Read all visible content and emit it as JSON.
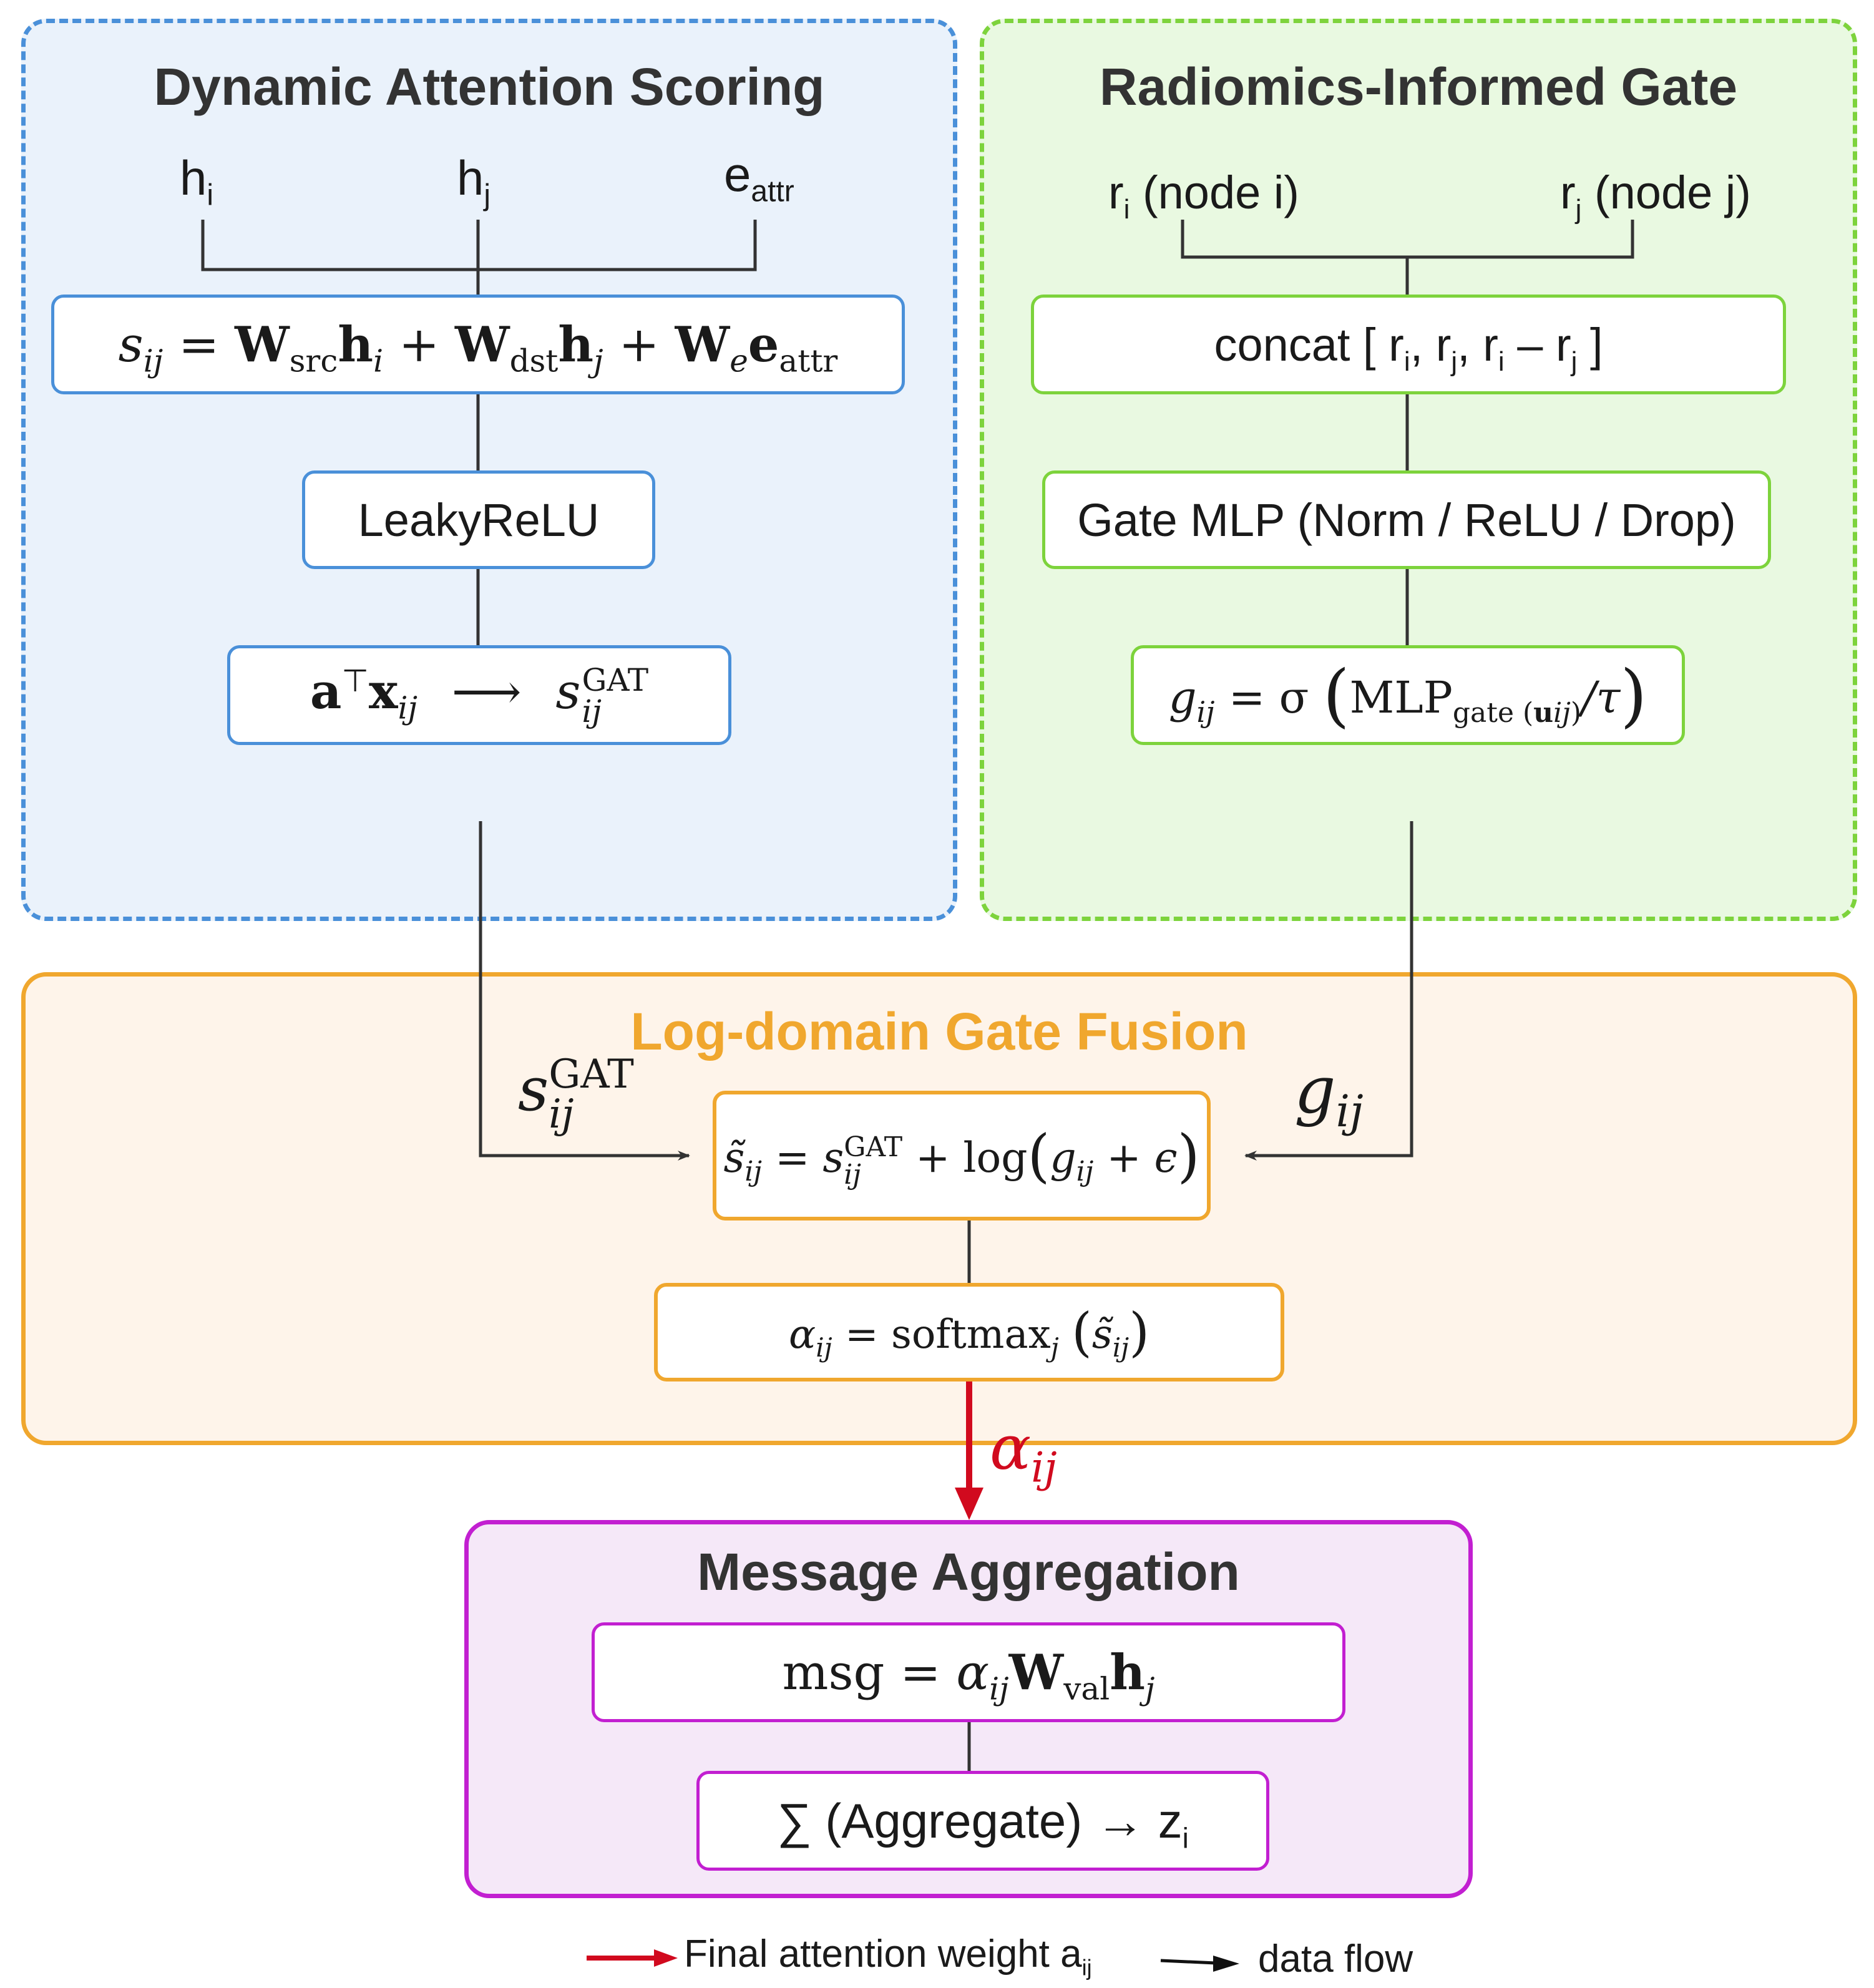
{
  "colors": {
    "blue": "#4a90d9",
    "blue_fill": "#eaf2fb",
    "green": "#7dd33c",
    "green_fill": "#e9f9e1",
    "orange": "#f0a72e",
    "orange_fill": "#fef4ea",
    "purple": "#c21fd1",
    "purple_fill": "#f5e8f8",
    "red": "#d10a1e",
    "line": "#333333"
  },
  "dynamic": {
    "title": "Dynamic Attention Scoring",
    "inputs": {
      "hi": {
        "base": "h",
        "sub": "i"
      },
      "hj": {
        "base": "h",
        "sub": "j"
      },
      "eattr": {
        "base": "e",
        "sub": "attr"
      }
    },
    "eq": {
      "s": "s",
      "s_sub": "ij",
      "eq": "=",
      "w1": "W",
      "w1_sub": "src",
      "h1": "h",
      "h1_sub": "i",
      "plus1": "+",
      "w2": "W",
      "w2_sub": "dst",
      "h2": "h",
      "h2_sub": "j",
      "plus2": "+",
      "w3": "W",
      "w3_sub": "e",
      "e3": "e",
      "e3_sub": "attr"
    },
    "leaky": "LeakyReLU",
    "ax": {
      "a": "a",
      "T": "⊤",
      "x": "x",
      "x_sub": "ij",
      "arrow": "⟶",
      "s": "s",
      "s_sub": "ij",
      "s_sup": "GAT"
    }
  },
  "radiomics": {
    "title": "Radiomics-Informed Gate",
    "ri": {
      "base": "r",
      "sub": "i",
      "rest": " (node i)"
    },
    "rj": {
      "base": "r",
      "sub": "j",
      "rest": " (node j)"
    },
    "concat": {
      "pre": "concat [ r",
      "s1": "i",
      "m1": ", r",
      "s2": "j",
      "m2": ", r",
      "s3": "i",
      "m3": " – r",
      "s4": "j",
      "post": " ]"
    },
    "mlp": "Gate MLP (Norm / ReLU / Drop)",
    "gate": {
      "g": "g",
      "g_sub": "ij",
      "eq": "= σ",
      "lp": "(",
      "mlp": "MLP",
      "mlp_sub_pre": "gate (",
      "mlp_sub_u": "u",
      "mlp_sub_u_sub": "ij",
      "mlp_sub_post": ")",
      "div": "/τ",
      "rp": ")"
    }
  },
  "fusion": {
    "title": "Log-domain Gate Fusion",
    "s_label": {
      "s": "s",
      "sub": "ij",
      "sup": "GAT"
    },
    "g_label": {
      "g": "g",
      "sub": "ij"
    },
    "eq": {
      "st": "s̃",
      "st_sub": "ij",
      "eq": "=",
      "s": "s",
      "s_sub": "ij",
      "s_sup": "GAT",
      "plus": "+ log",
      "lp": "(",
      "g": "g",
      "g_sub": "ij",
      "plus2": "+",
      "eps": "ϵ",
      "rp": ")"
    },
    "softmax": {
      "a": "α",
      "a_sub": "ij",
      "eq": "= softmax",
      "sm_sub": "j",
      "lp": "(",
      "st": "s̃",
      "st_sub": "ij",
      "rp": ")"
    },
    "alpha_label": {
      "a": "α",
      "sub": "ij"
    }
  },
  "aggregation": {
    "title": "Message Aggregation",
    "msg": {
      "msg": "msg",
      "eq": "=",
      "a": "α",
      "a_sub": "ij",
      "w": "W",
      "w_sub": "val",
      "h": "h",
      "h_sub": "j"
    },
    "sum": {
      "text": "∑ (Aggregate) → z",
      "sub": "i"
    }
  },
  "legend": {
    "red_label": "Final attention weight a",
    "red_sub": "ij",
    "black_label": "data flow"
  }
}
